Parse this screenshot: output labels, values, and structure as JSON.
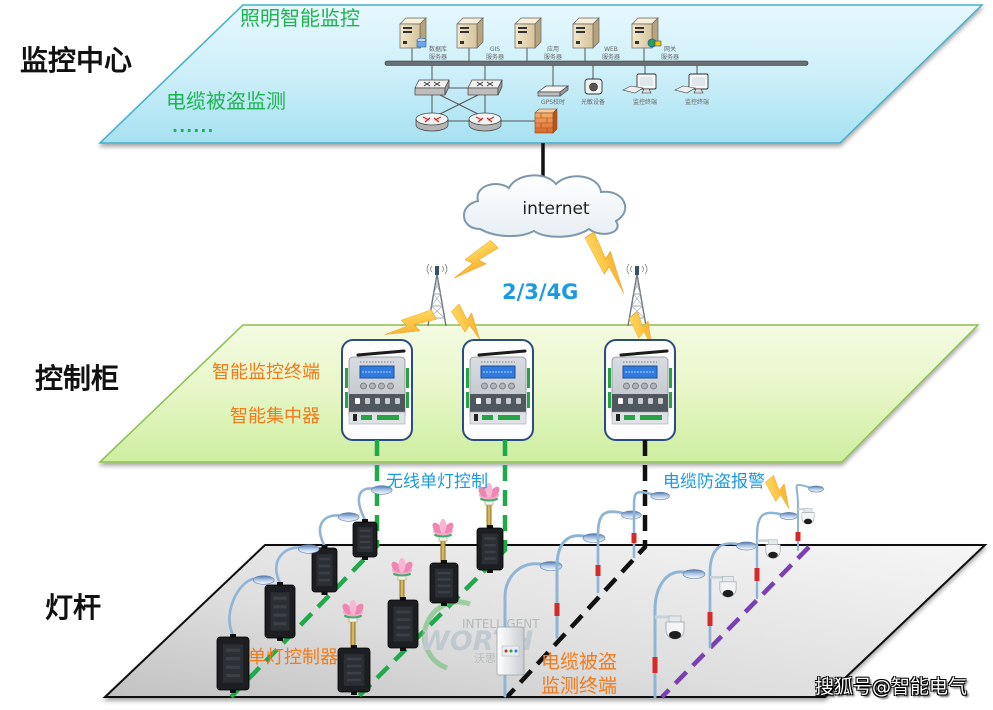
{
  "monitoring_center": {
    "title": "监控中心",
    "functions": [
      "照明智能监控",
      "电缆被盗监测",
      "......"
    ],
    "servers": [
      {
        "name": "数据库",
        "type": "服务器"
      },
      {
        "name": "GIS",
        "type": "服务器"
      },
      {
        "name": "应用",
        "type": "服务器"
      },
      {
        "name": "WEB",
        "type": "服务器"
      },
      {
        "name": "网关",
        "type": "服务器"
      }
    ],
    "peripherals": [
      "GPS校时",
      "光敏设备",
      "监控终端",
      "监控终端"
    ]
  },
  "network": {
    "cloud_label": "internet",
    "wireless_label": "2/3/4G"
  },
  "control_cabinet": {
    "title": "控制柜",
    "device_labels": [
      "智能监控终端",
      "智能集中器"
    ]
  },
  "lamp_pole": {
    "title": "灯杆",
    "wireless_control_label": "无线单灯控制",
    "cable_alarm_label": "电缆防盗报警",
    "controller_label": "单灯控制器",
    "cable_terminal_label": [
      "电缆被盗",
      "监测终端"
    ]
  },
  "logo": {
    "line1": "INTELLIGENT",
    "line2": "WORTH",
    "line3": "沃思智能"
  },
  "watermark": "搜狐号@智能电气",
  "colors": {
    "function_text": "#1db350",
    "device_text": "#f07a1c",
    "link_text": "#1c9ae0",
    "wireless_link": "#1faa4a",
    "cable_link": "#111111",
    "camera_link": "#7b3fb5",
    "alarm_marker": "#d42a2a"
  }
}
